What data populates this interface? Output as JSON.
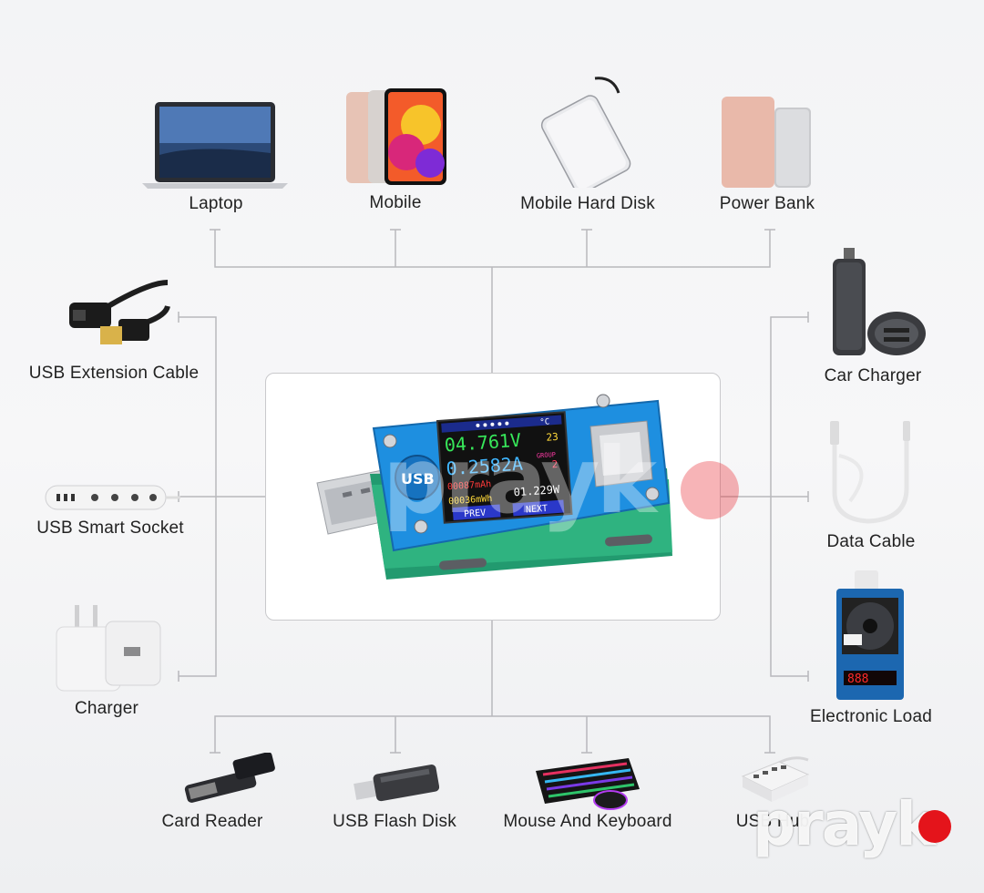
{
  "top_devices": [
    {
      "label": "Laptop",
      "icon": "laptop-icon"
    },
    {
      "label": "Mobile",
      "icon": "mobile-phones-icon"
    },
    {
      "label": "Mobile Hard Disk",
      "icon": "hard-disk-icon"
    },
    {
      "label": "Power Bank",
      "icon": "power-bank-icon"
    }
  ],
  "left_devices": [
    {
      "label": "USB Extension Cable",
      "icon": "usb-extension-cable-icon"
    },
    {
      "label": "USB Smart Socket",
      "icon": "smart-socket-icon"
    },
    {
      "label": "Charger",
      "icon": "charger-icon"
    }
  ],
  "right_devices": [
    {
      "label": "Car Charger",
      "icon": "car-charger-icon"
    },
    {
      "label": "Data Cable",
      "icon": "data-cable-icon"
    },
    {
      "label": "Electronic Load",
      "icon": "electronic-load-icon"
    }
  ],
  "bottom_devices": [
    {
      "label": "Card Reader",
      "icon": "card-reader-icon"
    },
    {
      "label": "USB Flash Disk",
      "icon": "usb-flash-disk-icon"
    },
    {
      "label": "Mouse And Keyboard",
      "icon": "keyboard-mouse-icon"
    },
    {
      "label": "USB Hub",
      "icon": "usb-hub-icon"
    }
  ],
  "meter": {
    "voltage": "04.761V",
    "current": "0.2582A",
    "temp": "23",
    "temp_unit": "°C",
    "group_label": "GROUP",
    "group": "2",
    "capacity": "00087mAh",
    "energy": "00036mWh",
    "power": "01.229W",
    "prev_label": "PREV",
    "next_label": "NEXT",
    "badge": "USB"
  },
  "brand": {
    "name": "prayk",
    "color": "#e4141b"
  },
  "colors": {
    "meter_body": "#1e8fe0",
    "pcb": "#2aa37a",
    "line": "#b8b8bc"
  }
}
